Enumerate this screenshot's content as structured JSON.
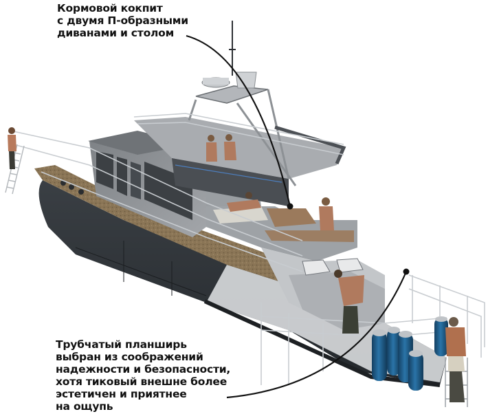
{
  "figure": {
    "subject": "Motor yacht cutaway illustration with callouts",
    "colors": {
      "background": "#ffffff",
      "hull_dark": "#2e3236",
      "superstructure": "#8a8e92",
      "superstructure_light": "#b9bcbf",
      "deck_teak": "#8a7556",
      "table_wood": "#9b7a5c",
      "window_dark": "#3c4044",
      "railing": "#c8ccd0",
      "scuba_tank": "#1e5c8a",
      "leader_line": "#111111",
      "text": "#111111"
    }
  },
  "callouts": [
    {
      "id": "aft-cockpit",
      "text": "Кормовой кокпит\nс двумя П-образными\nдиванами и столом",
      "lines": [
        "Кормовой кокпит",
        "с двумя П-образными",
        "диванами и столом"
      ]
    },
    {
      "id": "tubular-gunwale",
      "text": "Трубчатый планширь\nвыбран из соображений\nнадежности и безопасности,\nхотя тиковый внешне более\nэстетичен и приятнее\nна ощупь",
      "lines": [
        "Трубчатый планширь",
        "выбран из соображений",
        "надежности и безопасности,",
        "хотя тиковый внешне более",
        "эстетичен и приятнее",
        "на ощупь"
      ]
    }
  ]
}
